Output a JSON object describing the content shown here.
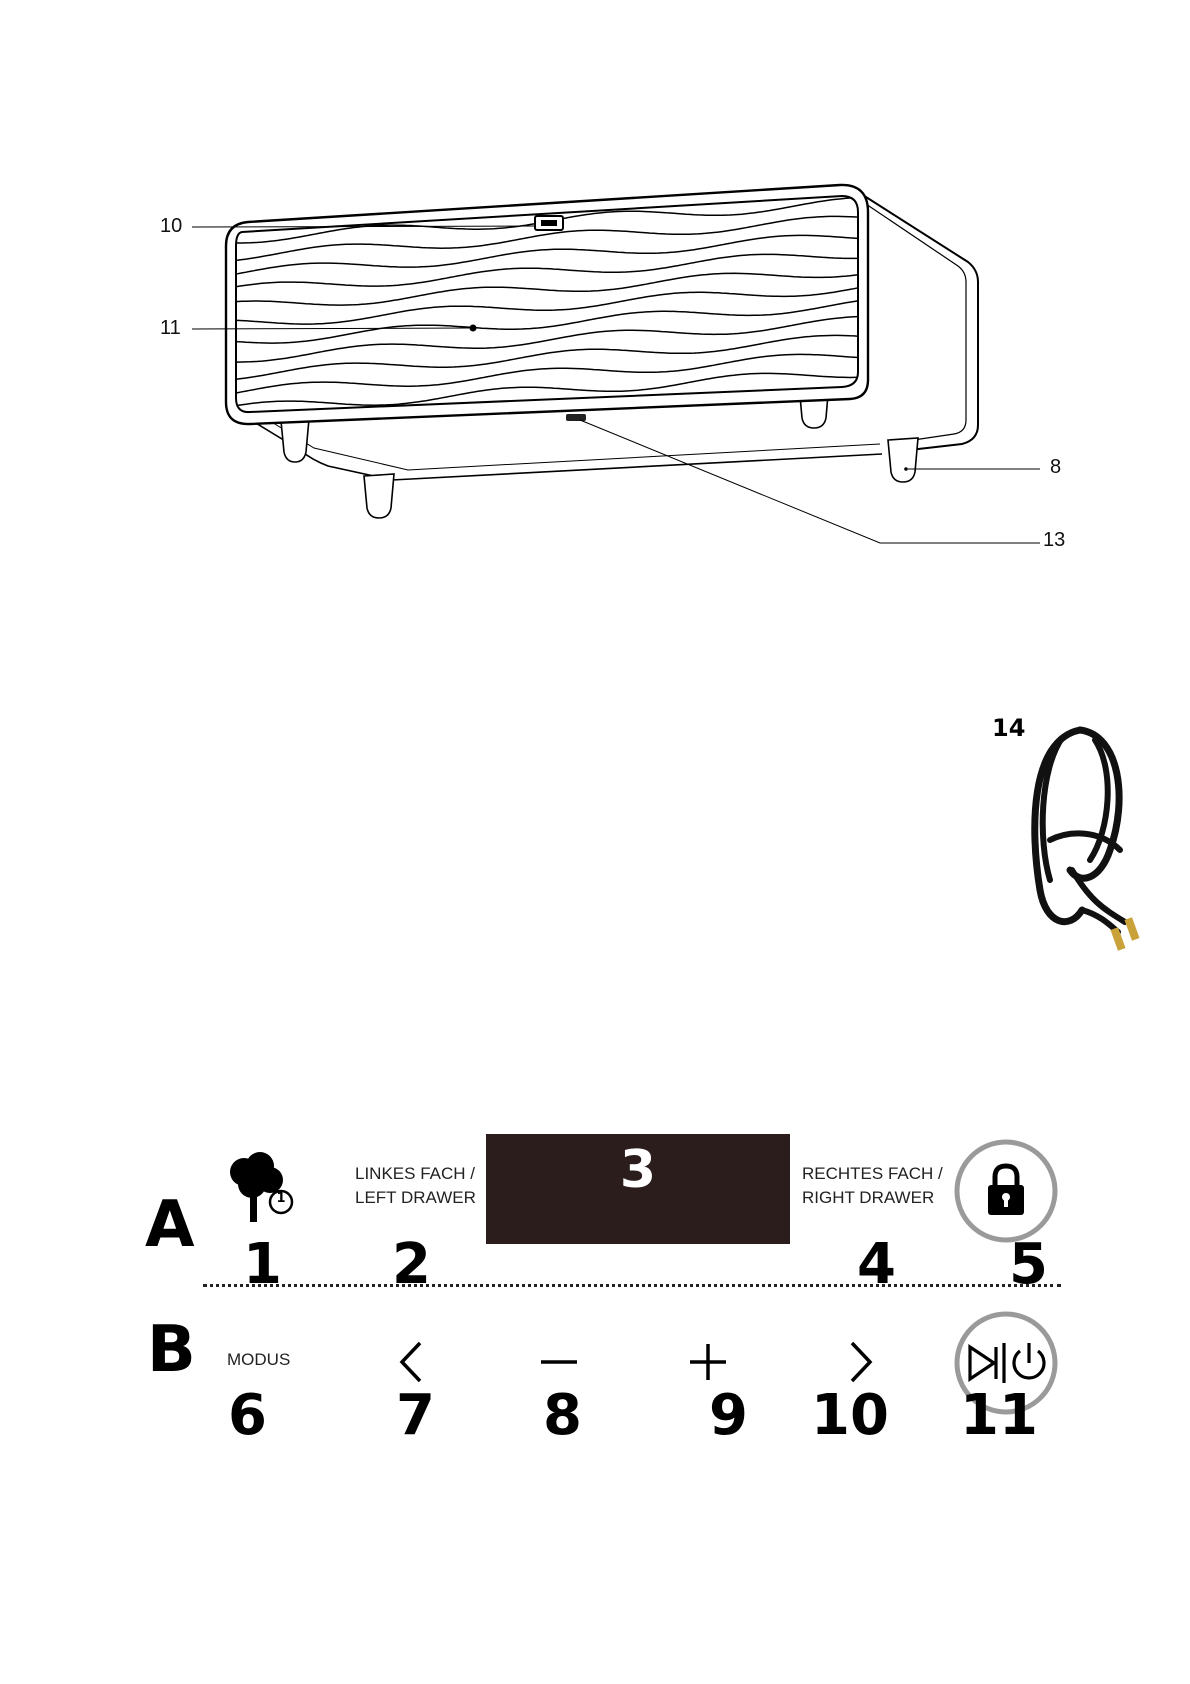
{
  "product_callouts": {
    "c10": "10",
    "c11": "11",
    "c8": "8",
    "c13": "13",
    "c14": "14"
  },
  "panel": {
    "row_a": "A",
    "row_b": "B",
    "left_drawer_line1": "LINKES FACH /",
    "left_drawer_line2": "LEFT DRAWER",
    "right_drawer_line1": "RECHTES FACH /",
    "right_drawer_line2": "RIGHT DRAWER",
    "display_number": "3",
    "mode_label": "MODUS",
    "eco_badge": "1",
    "numbers_a": [
      "1",
      "2",
      "4",
      "5"
    ],
    "numbers_b": [
      "6",
      "7",
      "8",
      "9",
      "10",
      "11"
    ]
  },
  "colors": {
    "display_bg": "#2a1d1c",
    "ring": "#9a9a9a"
  },
  "icons": [
    "tree-eco-icon",
    "padlock-icon",
    "chevron-left-icon",
    "minus-icon",
    "plus-icon",
    "chevron-right-icon",
    "play-pause-power-icon"
  ]
}
